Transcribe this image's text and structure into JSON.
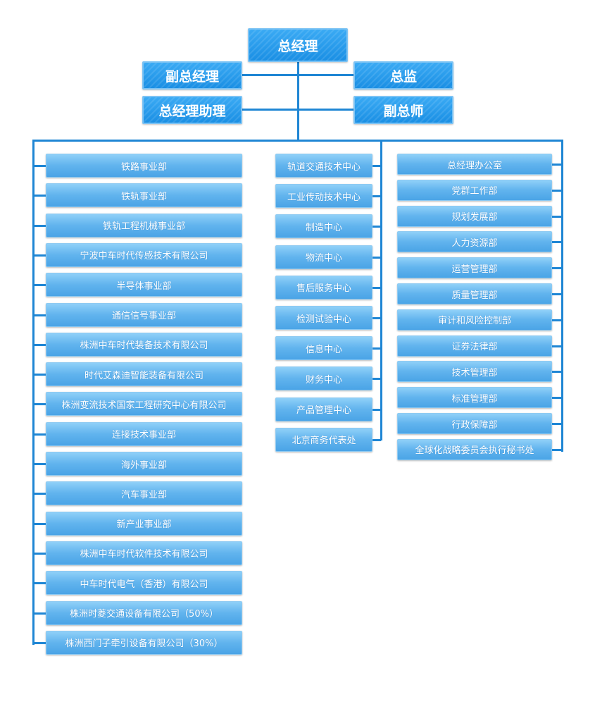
{
  "top": {
    "general_manager": "总经理",
    "deputy_general_manager": "副总经理",
    "chief_inspector": "总监",
    "assistant_general_manager": "总经理助理",
    "deputy_chief_engineer": "副总师"
  },
  "business_units": [
    "铁路事业部",
    "铁轨事业部",
    "铁轨工程机械事业部",
    "宁波中车时代传感技术有限公司",
    "半导体事业部",
    "通信信号事业部",
    "株洲中车时代装备技术有限公司",
    "时代艾森迪智能装备有限公司",
    "株洲变流技术国家工程研究中心有限公司",
    "连接技术事业部",
    "海外事业部",
    "汽车事业部",
    "新产业事业部",
    "株洲中车时代软件技术有限公司",
    "中车时代电气（香港）有限公司",
    "株洲时菱交通设备有限公司（50%）",
    "株洲西门子牵引设备有限公司（30%）"
  ],
  "centers": [
    "轨道交通技术中心",
    "工业传动技术中心",
    "制造中心",
    "物流中心",
    "售后服务中心",
    "检测试验中心",
    "信息中心",
    "财务中心",
    "产品管理中心",
    "北京商务代表处"
  ],
  "departments": [
    "总经理办公室",
    "党群工作部",
    "规划发展部",
    "人力资源部",
    "运营管理部",
    "质量管理部",
    "审计和风险控制部",
    "证券法律部",
    "技术管理部",
    "标准管理部",
    "行政保障部",
    "全球化战略委员会执行秘书处"
  ],
  "colors": {
    "line": "#1f86d4",
    "top_box": "#1f96ea",
    "unit_box": "#5fb2ed"
  }
}
